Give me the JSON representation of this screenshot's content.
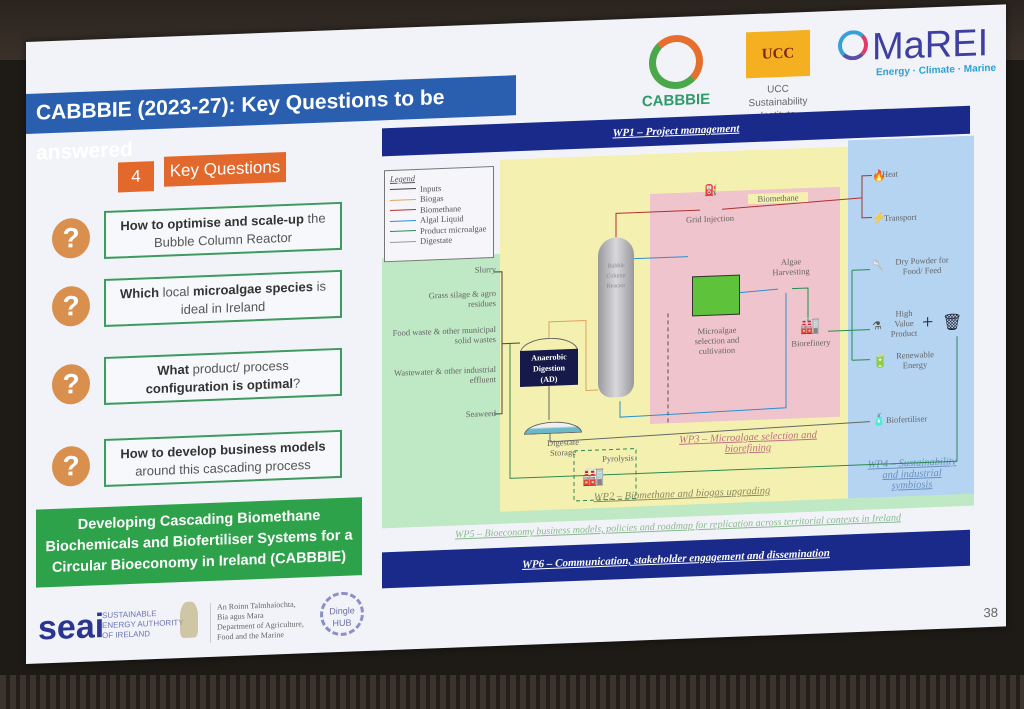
{
  "slide": {
    "title": "CABBBIE (2023-27): Key Questions to be answered",
    "page_number": "38"
  },
  "logos": {
    "cabbbie": "CABBBIE",
    "ucc": "UCC",
    "ucc_caption_line1": "UCC Sustainability",
    "ucc_caption_line2": "Institute",
    "marei": "MaREI",
    "marei_tagline": "Energy · Climate · Marine"
  },
  "key_questions": {
    "count": "4",
    "label": "Key Questions",
    "items": [
      {
        "bold": "How to optimise and scale-up",
        "rest": " the",
        "line2": "Bubble Column Reactor"
      },
      {
        "bold": "Which",
        "rest": " local ",
        "bold2": "microalgae species",
        "rest2": " is",
        "line2": "ideal in Ireland"
      },
      {
        "bold": "What",
        "rest": " product/ process",
        "line2_bold": "configuration is optimal",
        "line2_rest": "?"
      },
      {
        "bold": "How to develop business models",
        "line2": "around this cascading process"
      }
    ],
    "icon_glyph": "?"
  },
  "banner": {
    "line1": "Developing Cascading Biomethane",
    "line2": "Biochemicals and Biofertiliser Systems for a",
    "line3": "Circular Bioeconomy in Ireland (CABBBIE)"
  },
  "funders": {
    "seai": "seai",
    "seai_sub1": "SUSTAINABLE",
    "seai_sub2": "ENERGY AUTHORITY",
    "seai_sub3": "OF IRELAND",
    "dept_line1": "An Roinn Talmhaíochta,",
    "dept_line2": "Bia agus Mara",
    "dept_line3": "Department of Agriculture,",
    "dept_line4": "Food and the Marine",
    "hub_line1": "Dingle",
    "hub_line2": "HUB"
  },
  "diagram": {
    "wp1": "WP1 – Project management",
    "wp2": "WP2 – Biomethane and biogas upgrading",
    "wp3_line1": "WP3 – Microalgae selection and",
    "wp3_line2": "biorefining",
    "wp4_line1": "WP4 – Sustainability",
    "wp4_line2": "and industrial",
    "wp4_line3": "symbiosis",
    "wp5": "WP5 – Bioeconomy business models, policies and roadmap for replication across territorial contexts in Ireland",
    "wp6": "WP6 – Communication, stakeholder engagement and dissemination",
    "legend": {
      "title": "Legend",
      "items": [
        {
          "label": "Inputs",
          "color": "#444444"
        },
        {
          "label": "Biogas",
          "color": "#e0a060"
        },
        {
          "label": "Biomethane",
          "color": "#b03030"
        },
        {
          "label": "Algal Liquid",
          "color": "#2a90d0"
        },
        {
          "label": "Product microalgae",
          "color": "#2a8a50"
        },
        {
          "label": "Digestate",
          "color": "#999999"
        }
      ]
    },
    "inputs": [
      "Slurry",
      "Grass silage & agro residues",
      "Food waste & other municipal solid wastes",
      "Wastewater & other industrial effluent",
      "Seaweed"
    ],
    "ad_line1": "Anaerobic",
    "ad_line2": "Digestion",
    "ad_line3": "(AD)",
    "digestate_storage_line1": "Digestate",
    "digestate_storage_line2": "Storage",
    "bubble_column": "Bubble Column Reactor",
    "grid_injection": "Grid Injection",
    "biomethane": "Biomethane",
    "algae_harvesting_line1": "Algae",
    "algae_harvesting_line2": "Harvesting",
    "microalgae_line1": "Microalgae",
    "microalgae_line2": "selection and",
    "microalgae_line3": "cultivation",
    "biorefinery": "Biorefinery",
    "pyrolysis": "Pyrolysis",
    "outputs": {
      "heat": "Heat",
      "transport": "Transport",
      "dry_powder_line1": "Dry Powder for",
      "dry_powder_line2": "Food/ Feed",
      "hvp_line1": "High",
      "hvp_line2": "Value",
      "hvp_line3": "Product",
      "renewable_line1": "Renewable",
      "renewable_line2": "Energy",
      "biofertiliser": "Biofertiliser"
    },
    "colors": {
      "wp_bar": "#1a2a8a",
      "wp2_zone": "#f4f1b0",
      "wp3_zone": "#f0c4cc",
      "wp4_zone": "#b4d4f2",
      "wp5_zone": "#bfe8c4"
    }
  }
}
